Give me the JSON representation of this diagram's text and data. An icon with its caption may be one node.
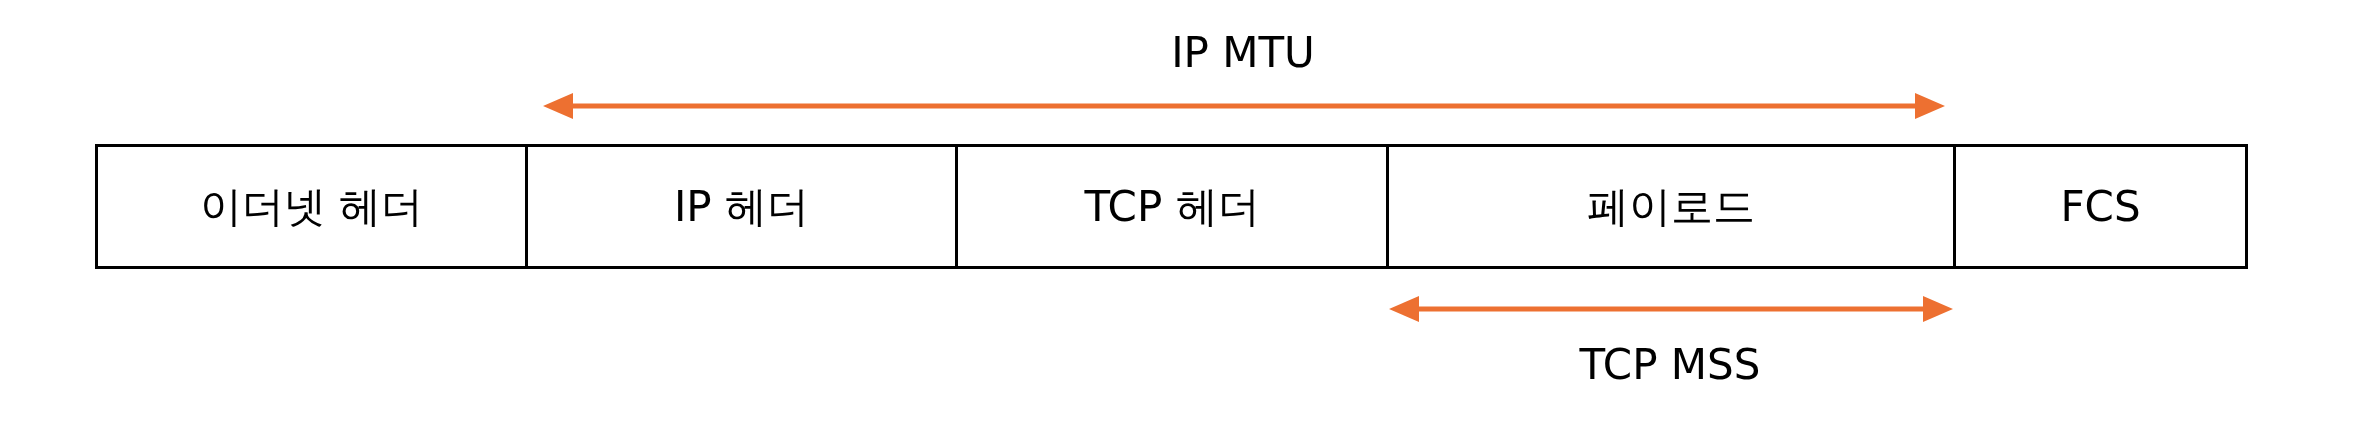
{
  "diagram": {
    "nodes": [
      {
        "text": [
          "이더넷 헤더"
        ]
      },
      {
        "text": [
          "IP 헤더"
        ]
      },
      {
        "text": [
          "TCP 헤더"
        ]
      },
      {
        "text": [
          "페이로드"
        ]
      },
      {
        "text": [
          "FCS"
        ]
      }
    ],
    "edges": [],
    "labels": [
      "IP MTU",
      "TCP MSS"
    ]
  }
}
